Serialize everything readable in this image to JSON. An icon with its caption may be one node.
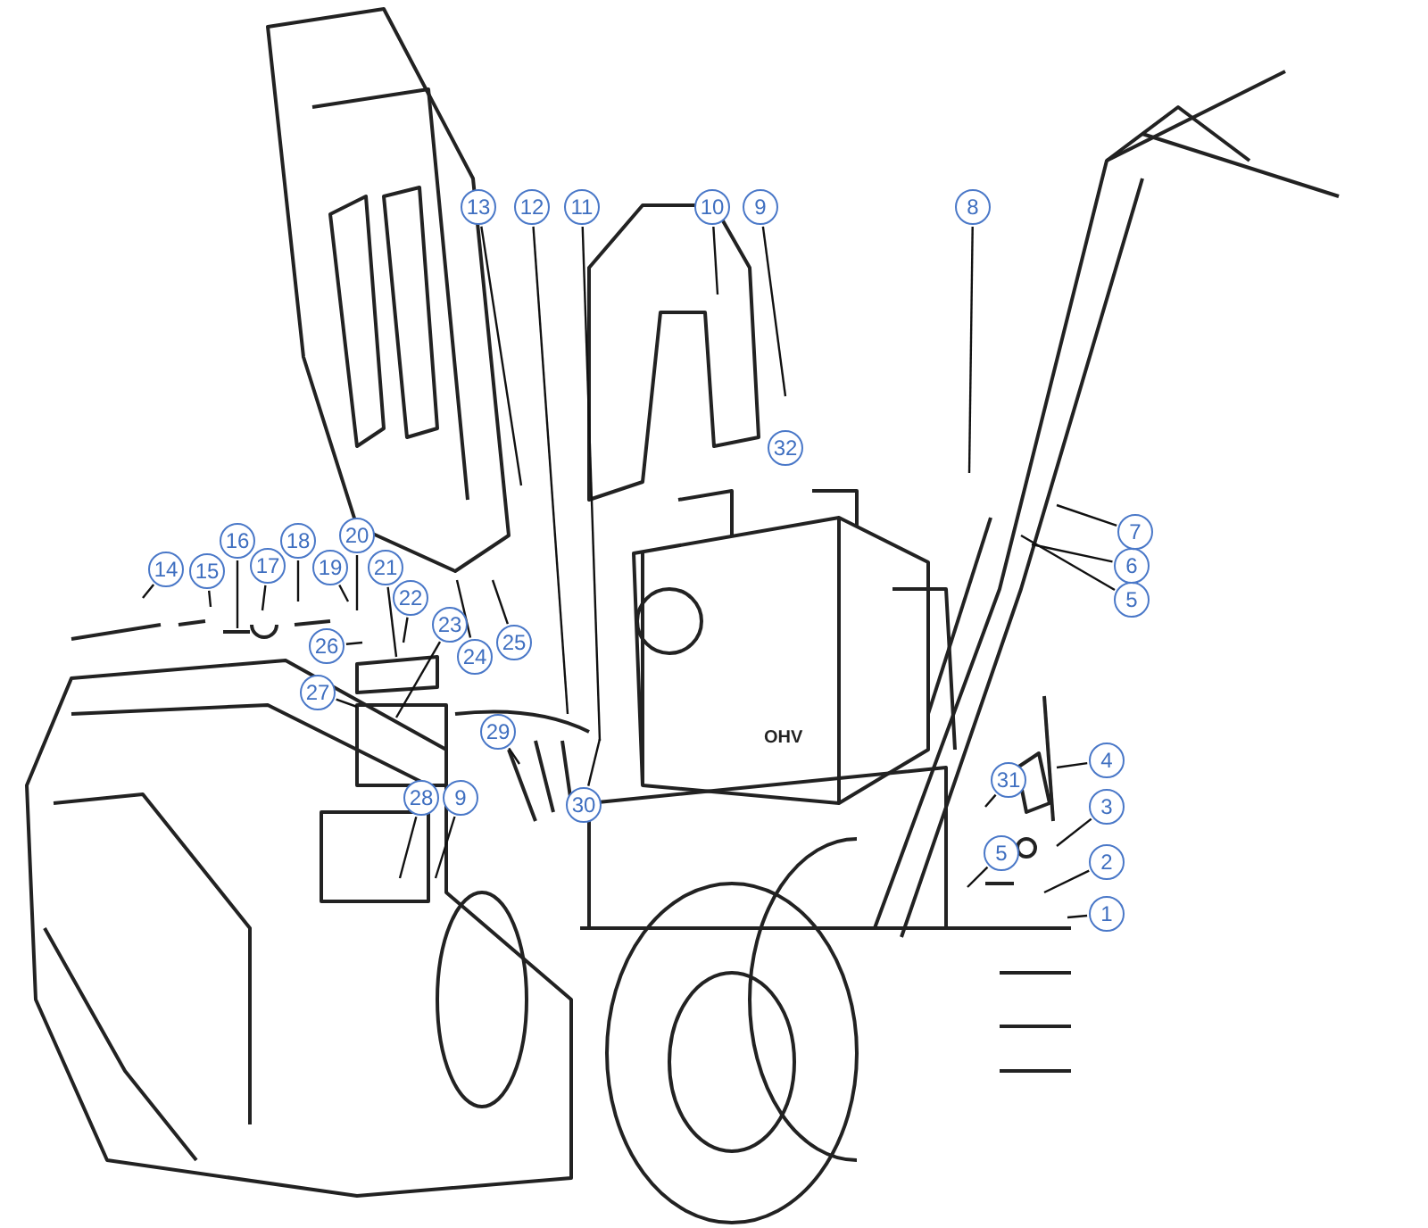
{
  "diagram": {
    "nodes": [
      {
        "text": [
          "13"
        ]
      },
      {
        "text": [
          "12"
        ]
      },
      {
        "text": [
          "11"
        ]
      },
      {
        "text": [
          "10"
        ]
      },
      {
        "text": [
          "9"
        ]
      },
      {
        "text": [
          "8"
        ]
      },
      {
        "text": [
          "32"
        ]
      },
      {
        "text": [
          "7"
        ]
      },
      {
        "text": [
          "6"
        ]
      },
      {
        "text": [
          "5"
        ]
      },
      {
        "text": [
          "16"
        ]
      },
      {
        "text": [
          "18"
        ]
      },
      {
        "text": [
          "20"
        ]
      },
      {
        "text": [
          "14"
        ]
      },
      {
        "text": [
          "15"
        ]
      },
      {
        "text": [
          "17"
        ]
      },
      {
        "text": [
          "19"
        ]
      },
      {
        "text": [
          "21"
        ]
      },
      {
        "text": [
          "22"
        ]
      },
      {
        "text": [
          "23"
        ]
      },
      {
        "text": [
          "26"
        ]
      },
      {
        "text": [
          "25"
        ]
      },
      {
        "text": [
          "24"
        ]
      },
      {
        "text": [
          "27"
        ]
      },
      {
        "text": [
          "29"
        ]
      },
      {
        "text": [
          "4"
        ]
      },
      {
        "text": [
          "31"
        ]
      },
      {
        "text": [
          "3"
        ]
      },
      {
        "text": [
          "28"
        ]
      },
      {
        "text": [
          "9"
        ]
      },
      {
        "text": [
          "30"
        ]
      },
      {
        "text": [
          "5"
        ]
      },
      {
        "text": [
          "2"
        ]
      },
      {
        "text": [
          "1"
        ]
      }
    ],
    "edges": [
      {
        "from": 0,
        "to": null,
        "arrow": "none"
      },
      {
        "from": 1,
        "to": null,
        "arrow": "none"
      },
      {
        "from": 2,
        "to": null,
        "arrow": "none"
      },
      {
        "from": 3,
        "to": null,
        "arrow": "none"
      },
      {
        "from": 4,
        "to": null,
        "arrow": "none"
      },
      {
        "from": 5,
        "to": null,
        "arrow": "none"
      },
      {
        "from": 7,
        "to": null,
        "arrow": "none"
      },
      {
        "from": 8,
        "to": null,
        "arrow": "none"
      },
      {
        "from": 9,
        "to": null,
        "arrow": "none"
      },
      {
        "from": 10,
        "to": null,
        "arrow": "none"
      },
      {
        "from": 11,
        "to": null,
        "arrow": "none"
      },
      {
        "from": 12,
        "to": null,
        "arrow": "none"
      },
      {
        "from": 13,
        "to": null,
        "arrow": "none"
      },
      {
        "from": 14,
        "to": null,
        "arrow": "none"
      },
      {
        "from": 15,
        "to": null,
        "arrow": "none"
      },
      {
        "from": 16,
        "to": null,
        "arrow": "none"
      },
      {
        "from": 17,
        "to": null,
        "arrow": "none"
      },
      {
        "from": 18,
        "to": null,
        "arrow": "none"
      },
      {
        "from": 19,
        "to": null,
        "arrow": "none"
      },
      {
        "from": 20,
        "to": null,
        "arrow": "none"
      },
      {
        "from": 21,
        "to": null,
        "arrow": "none"
      },
      {
        "from": 22,
        "to": null,
        "arrow": "none"
      },
      {
        "from": 23,
        "to": null,
        "arrow": "none"
      },
      {
        "from": 24,
        "to": null,
        "arrow": "none"
      },
      {
        "from": 25,
        "to": null,
        "arrow": "none"
      },
      {
        "from": 26,
        "to": null,
        "arrow": "none"
      },
      {
        "from": 27,
        "to": null,
        "arrow": "none"
      },
      {
        "from": 28,
        "to": null,
        "arrow": "none"
      },
      {
        "from": 29,
        "to": null,
        "arrow": "none"
      },
      {
        "from": 30,
        "to": null,
        "arrow": "none"
      },
      {
        "from": 31,
        "to": null,
        "arrow": "none"
      },
      {
        "from": 32,
        "to": null,
        "arrow": "none"
      },
      {
        "from": 33,
        "to": null,
        "arrow": "none"
      }
    ],
    "labels": [
      "OHV"
    ]
  }
}
